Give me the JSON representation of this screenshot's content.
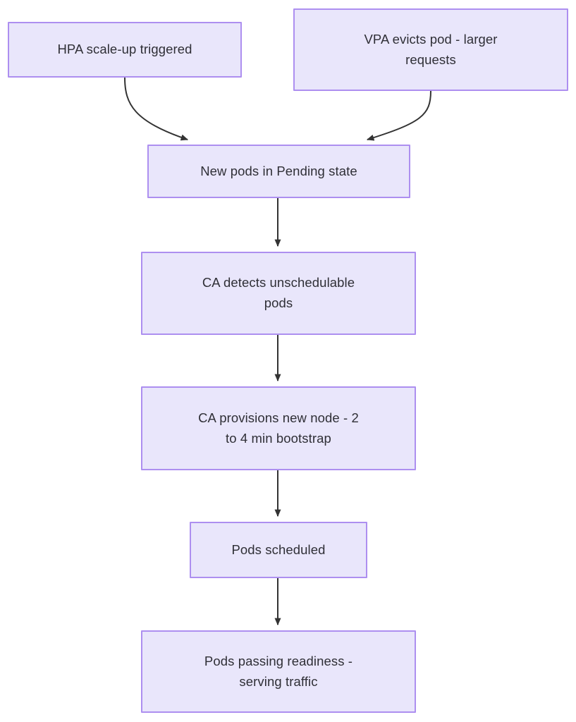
{
  "diagram": {
    "type": "flowchart",
    "direction": "top-to-bottom",
    "background_color": "#ffffff",
    "node_fill_color": "#e9e6fb",
    "node_border_color": "#ad8ff0",
    "node_text_color": "#2f2f36",
    "edge_color": "#333333",
    "nodes": [
      {
        "id": "hpa",
        "label": "HPA scale-up triggered"
      },
      {
        "id": "vpa",
        "label": "VPA evicts pod - larger\nrequests"
      },
      {
        "id": "pending",
        "label": "New pods in Pending state"
      },
      {
        "id": "ca_detect",
        "label": "CA detects unschedulable\npods"
      },
      {
        "id": "ca_prov",
        "label": "CA provisions new node - 2\nto 4 min bootstrap"
      },
      {
        "id": "scheduled",
        "label": "Pods scheduled"
      },
      {
        "id": "ready",
        "label": "Pods passing readiness -\nserving traffic"
      }
    ],
    "edges": [
      {
        "from": "hpa",
        "to": "pending",
        "style": "curved",
        "label": ""
      },
      {
        "from": "vpa",
        "to": "pending",
        "style": "curved",
        "label": ""
      },
      {
        "from": "pending",
        "to": "ca_detect",
        "style": "straight",
        "label": ""
      },
      {
        "from": "ca_detect",
        "to": "ca_prov",
        "style": "straight",
        "label": ""
      },
      {
        "from": "ca_prov",
        "to": "scheduled",
        "style": "straight",
        "label": ""
      },
      {
        "from": "scheduled",
        "to": "ready",
        "style": "straight",
        "label": ""
      }
    ]
  }
}
